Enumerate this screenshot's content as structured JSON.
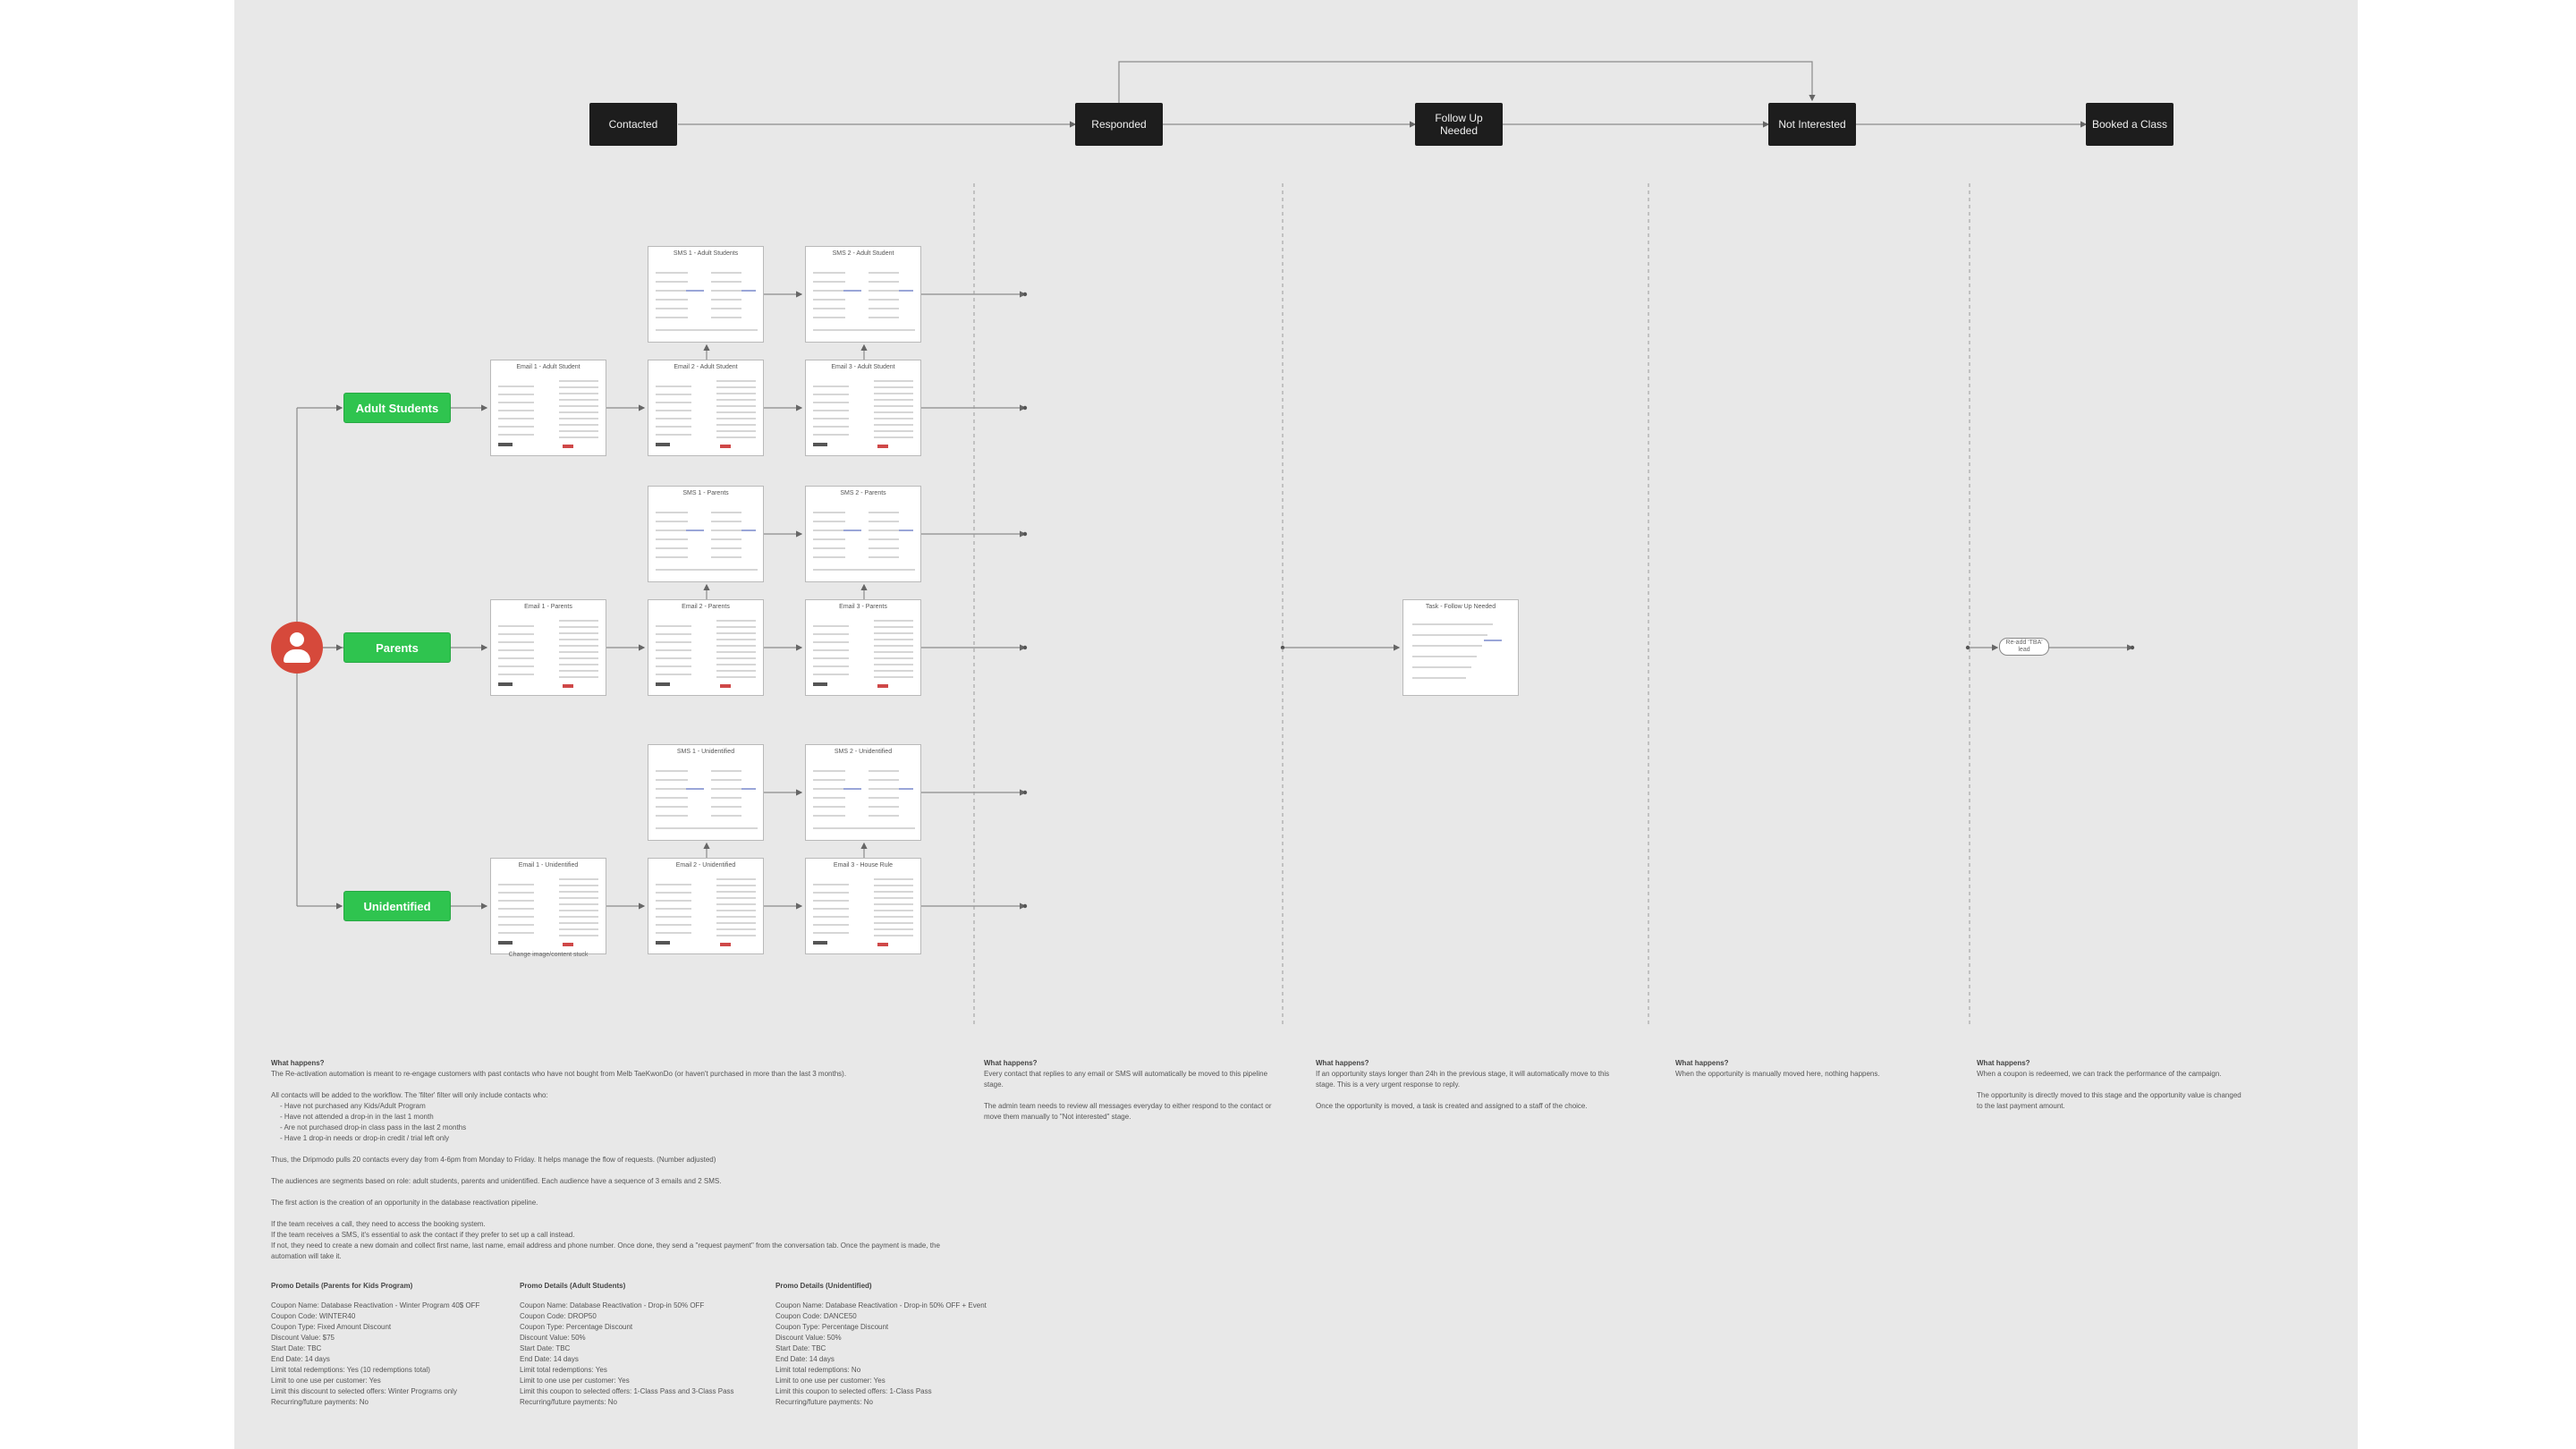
{
  "stages": [
    {
      "id": "contacted",
      "label": "Contacted"
    },
    {
      "id": "responded",
      "label": "Responded"
    },
    {
      "id": "follow-up",
      "label": "Follow Up\nNeeded"
    },
    {
      "id": "not-interested",
      "label": "Not Interested"
    },
    {
      "id": "booked",
      "label": "Booked a Class"
    }
  ],
  "segments": [
    {
      "id": "adult-students",
      "label": "Adult Students"
    },
    {
      "id": "parents",
      "label": "Parents"
    },
    {
      "id": "unidentified",
      "label": "Unidentified"
    }
  ],
  "cards": {
    "sms1_adult": "SMS 1 - Adult Students",
    "sms2_adult": "SMS 2 - Adult Student",
    "email1_adult": "Email 1 - Adult Student",
    "email2_adult": "Email 2 - Adult Student",
    "email3_adult": "Email 3 - Adult Student",
    "sms1_parents": "SMS 1 - Parents",
    "sms2_parents": "SMS 2 - Parents",
    "email1_parents": "Email 1 - Parents",
    "email2_parents": "Email 2 - Parents",
    "email3_parents": "Email 3 - Parents",
    "sms1_unid": "SMS 1 - Unidentified",
    "sms2_unid": "SMS 2 - Unidentified",
    "email1_unid": "Email 1 - Unidentified",
    "email2_unid": "Email 2 - Unidentified",
    "email3_unid": "Email 3 - House Rule",
    "followup_task": "Task - Follow Up Needed"
  },
  "under_card_caption": "Change image/content stuck",
  "pill_label": "Re-add 'TBA'\nlead",
  "notes": {
    "contacted": {
      "heading": "What happens?",
      "intro": "The Re-activation automation is meant to re-engage customers with past contacts who have not bought from Melb TaeKwonDo (or haven't purchased in more than the last 3 months).",
      "criteria_intro": "All contacts will be added to the workflow. The 'filter' filter will only include contacts who:",
      "criteria": [
        "- Have not purchased any Kids/Adult Program",
        "- Have not attended a drop-in in the last 1 month",
        "- Are not purchased drop-in class pass in the last 2 months",
        "- Have 1 drop-in needs or drop-in credit / trial left only"
      ],
      "p1": "Thus, the Dripmodo pulls 20 contacts every day from 4-6pm from Monday to Friday. It helps manage the flow of requests. (Number adjusted)",
      "p2": "The audiences are segments based on role: adult students, parents and unidentified. Each audience have a sequence of 3 emails and 2 SMS.",
      "p3": "The first action is the creation of an opportunity in the database reactivation pipeline.",
      "p4": "If the team receives a call, they need to access the booking system.",
      "p5": "If the team receives a SMS, it's essential to ask the contact if they prefer to set up a call instead.",
      "p6": "If not, they need to create a new domain and collect first name, last name, email address and phone number. Once done, they send a \"request payment\" from the conversation tab. Once the payment is made, the automation will take it.",
      "promo": [
        {
          "title": "Promo Details (Parents for Kids Program)",
          "lines": [
            "Coupon Name: Database Reactivation - Winter Program 40$ OFF",
            "Coupon Code: WINTER40",
            "Coupon Type: Fixed Amount Discount",
            "Discount Value: $75",
            "Start Date: TBC",
            "End Date: 14 days",
            "Limit total redemptions: Yes (10 redemptions total)",
            "Limit to one use per customer: Yes",
            "Limit this discount to selected offers: Winter Programs only",
            "Recurring/future payments: No"
          ]
        },
        {
          "title": "Promo Details (Adult Students)",
          "lines": [
            "Coupon Name: Database Reactivation - Drop-in 50% OFF",
            "Coupon Code: DROP50",
            "Coupon Type: Percentage Discount",
            "Discount Value: 50%",
            "Start Date: TBC",
            "End Date: 14 days",
            "Limit total redemptions: Yes",
            "Limit to one use per customer: Yes",
            "Limit this coupon to selected offers: 1-Class Pass and 3-Class Pass",
            "Recurring/future payments: No"
          ]
        },
        {
          "title": "Promo Details (Unidentified)",
          "lines": [
            "Coupon Name: Database Reactivation - Drop-in 50% OFF + Event",
            "Coupon Code: DANCE50",
            "Coupon Type: Percentage Discount",
            "Discount Value: 50%",
            "Start Date: TBC",
            "End Date: 14 days",
            "Limit total redemptions: No",
            "Limit to one use per customer: Yes",
            "Limit this coupon to selected offers: 1-Class Pass",
            "Recurring/future payments: No"
          ]
        }
      ]
    },
    "responded": {
      "heading": "What happens?",
      "p1": "Every contact that replies to any email or SMS will automatically be moved to this pipeline stage.",
      "p2": "The admin team needs to review all messages everyday to either respond to the contact or move them manually to \"Not interested\" stage."
    },
    "follow_up": {
      "heading": "What happens?",
      "p1": "If an opportunity stays longer than 24h in the previous stage, it will automatically move to this stage. This is a very urgent response to reply.",
      "p2": "Once the opportunity is moved, a task is created and assigned to a staff of the choice."
    },
    "not_interested": {
      "heading": "What happens?",
      "p1": "When the opportunity is manually moved here, nothing happens."
    },
    "booked": {
      "heading": "What happens?",
      "p1": "When a coupon is redeemed, we can track the performance of the campaign.",
      "p2": "The opportunity is directly moved to this stage and the opportunity value is changed to the last payment amount."
    }
  }
}
